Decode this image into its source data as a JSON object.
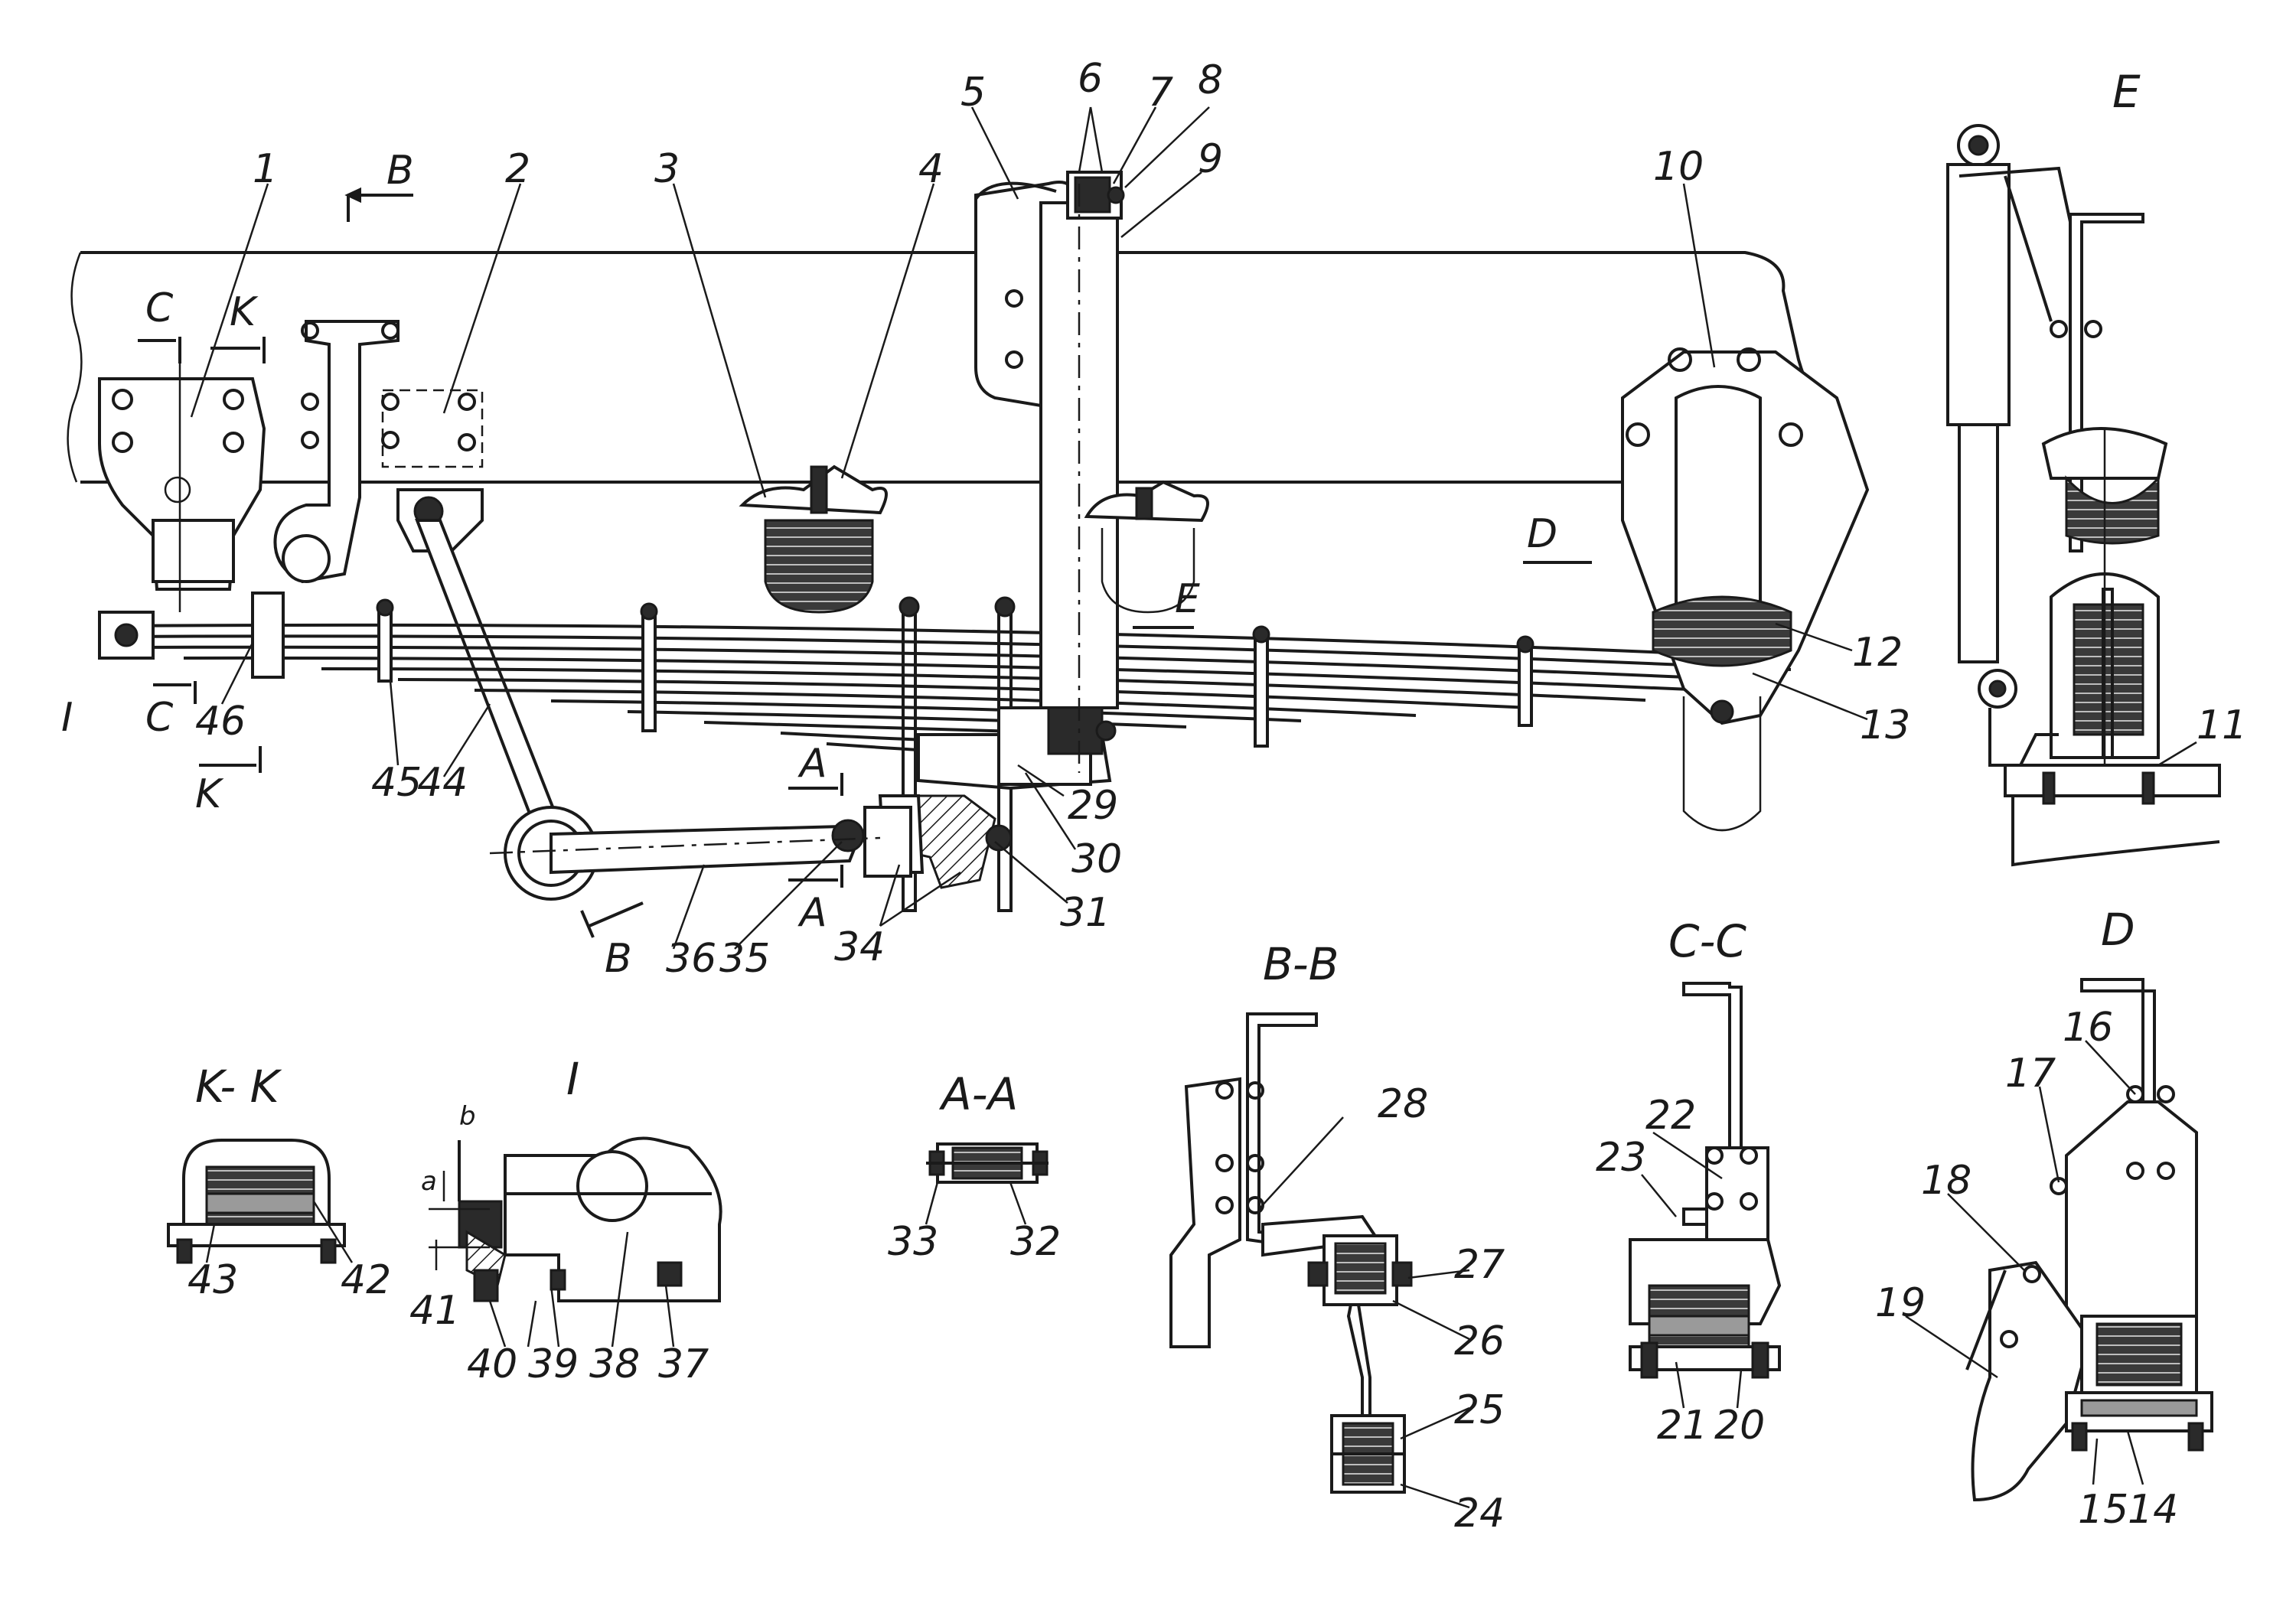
{
  "labels": {
    "n1": "1",
    "n2": "2",
    "n3": "3",
    "n4": "4",
    "n5": "5",
    "n6": "6",
    "n7": "7",
    "n8": "8",
    "n9": "9",
    "n10": "10",
    "n11": "11",
    "n12": "12",
    "n13": "13",
    "n14": "14",
    "n15": "15",
    "n16": "16",
    "n17": "17",
    "n18": "18",
    "n19": "19",
    "n20": "20",
    "n21": "21",
    "n22": "22",
    "n23": "23",
    "n24": "24",
    "n25": "25",
    "n26": "26",
    "n27": "27",
    "n28": "28",
    "n29": "29",
    "n30": "30",
    "n31": "31",
    "n32": "32",
    "n33": "33",
    "n34": "34",
    "n35": "35",
    "n36": "36",
    "n37": "37",
    "n38": "38",
    "n39": "39",
    "n40": "40",
    "n41": "41",
    "n42": "42",
    "n43": "43",
    "n44": "44",
    "n45": "45",
    "n46": "46"
  },
  "section_marks": {
    "b": "B",
    "c": "C",
    "k": "K",
    "a": "A",
    "d": "D",
    "e": "E",
    "roman_one": "I",
    "dim_a": "a",
    "dim_b": "b"
  },
  "view_titles": {
    "view_e": "E",
    "view_d": "D",
    "section_bb": "B-B",
    "section_cc": "C-C",
    "section_aa": "A-A",
    "section_kk": "K- K",
    "detail_one": "I"
  },
  "colors": {
    "line": "#1a1a1a",
    "background": "#ffffff",
    "rubber": "#2a2a2a",
    "shade": "#9a9a9a"
  }
}
